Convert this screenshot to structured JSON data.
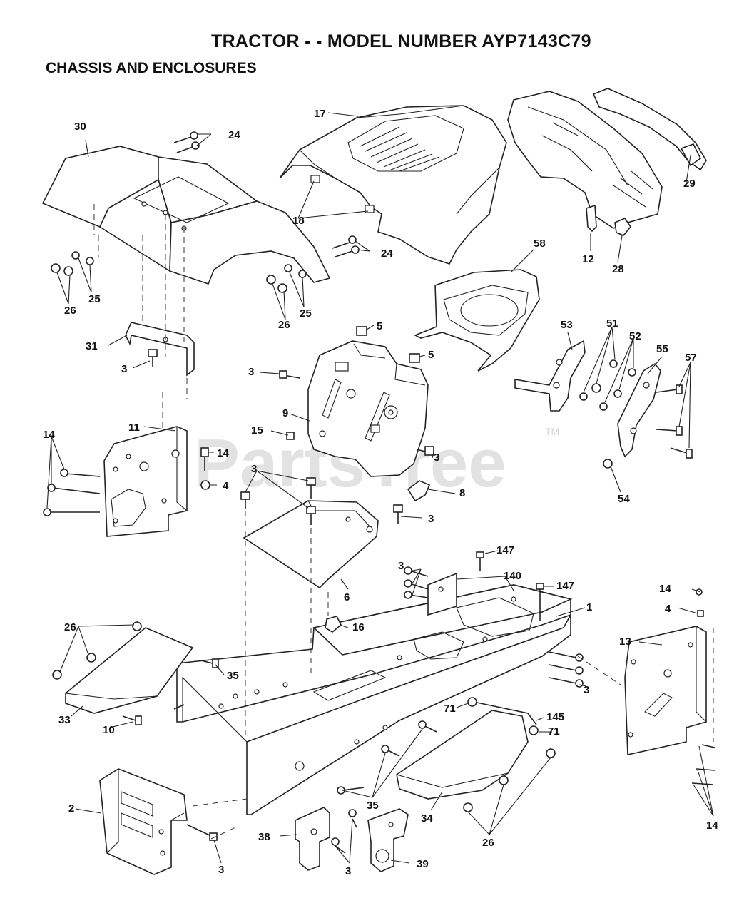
{
  "header": {
    "title": "TRACTOR - - MODEL NUMBER AYP7143C79",
    "subtitle": "CHASSIS AND ENCLOSURES"
  },
  "watermark": {
    "text": "PartsTree",
    "tm": "TM"
  },
  "callouts": [
    {
      "id": "c30",
      "text": "30"
    },
    {
      "id": "c24a",
      "text": "24"
    },
    {
      "id": "c17",
      "text": "17"
    },
    {
      "id": "c29",
      "text": "29"
    },
    {
      "id": "c18",
      "text": "18"
    },
    {
      "id": "c24b",
      "text": "24"
    },
    {
      "id": "c12",
      "text": "12"
    },
    {
      "id": "c28",
      "text": "28"
    },
    {
      "id": "c25a",
      "text": "25"
    },
    {
      "id": "c26a",
      "text": "26"
    },
    {
      "id": "c25b",
      "text": "25"
    },
    {
      "id": "c26b",
      "text": "26"
    },
    {
      "id": "c58",
      "text": "58"
    },
    {
      "id": "c31",
      "text": "31"
    },
    {
      "id": "c3a",
      "text": "3"
    },
    {
      "id": "c5a",
      "text": "5"
    },
    {
      "id": "c5b",
      "text": "5"
    },
    {
      "id": "c3b",
      "text": "3"
    },
    {
      "id": "c53",
      "text": "53"
    },
    {
      "id": "c51",
      "text": "51"
    },
    {
      "id": "c52",
      "text": "52"
    },
    {
      "id": "c55",
      "text": "55"
    },
    {
      "id": "c57",
      "text": "57"
    },
    {
      "id": "c9",
      "text": "9"
    },
    {
      "id": "c11",
      "text": "11"
    },
    {
      "id": "c14a",
      "text": "14"
    },
    {
      "id": "c15",
      "text": "15"
    },
    {
      "id": "c14b",
      "text": "14"
    },
    {
      "id": "c3c",
      "text": "3"
    },
    {
      "id": "c4a",
      "text": "4"
    },
    {
      "id": "c3d",
      "text": "3"
    },
    {
      "id": "c8",
      "text": "8"
    },
    {
      "id": "c54",
      "text": "54"
    },
    {
      "id": "c3e",
      "text": "3"
    },
    {
      "id": "c147a",
      "text": "147"
    },
    {
      "id": "c140",
      "text": "140"
    },
    {
      "id": "c147b",
      "text": "147"
    },
    {
      "id": "c3f",
      "text": "3"
    },
    {
      "id": "c6",
      "text": "6"
    },
    {
      "id": "c14c",
      "text": "14"
    },
    {
      "id": "c1",
      "text": "1"
    },
    {
      "id": "c4b",
      "text": "4"
    },
    {
      "id": "c26c",
      "text": "26"
    },
    {
      "id": "c16",
      "text": "16"
    },
    {
      "id": "c13",
      "text": "13"
    },
    {
      "id": "c35a",
      "text": "35"
    },
    {
      "id": "c3g",
      "text": "3"
    },
    {
      "id": "c71a",
      "text": "71"
    },
    {
      "id": "c145",
      "text": "145"
    },
    {
      "id": "c71b",
      "text": "71"
    },
    {
      "id": "c33",
      "text": "33"
    },
    {
      "id": "c10",
      "text": "10"
    },
    {
      "id": "c2",
      "text": "2"
    },
    {
      "id": "c35b",
      "text": "35"
    },
    {
      "id": "c34",
      "text": "34"
    },
    {
      "id": "c14d",
      "text": "14"
    },
    {
      "id": "c38",
      "text": "38"
    },
    {
      "id": "c26d",
      "text": "26"
    },
    {
      "id": "c3h",
      "text": "3"
    },
    {
      "id": "c39",
      "text": "39"
    },
    {
      "id": "c3i",
      "text": "3"
    }
  ]
}
